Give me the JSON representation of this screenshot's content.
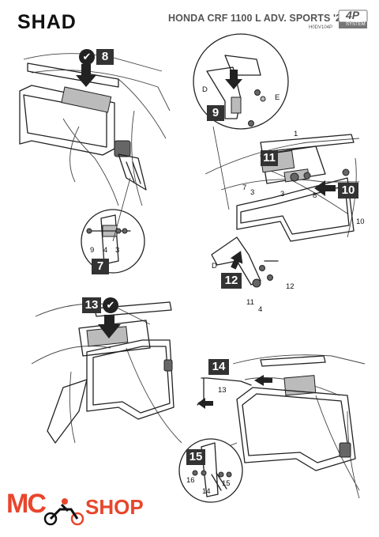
{
  "header": {
    "brand": "SHAD",
    "model_title": "HONDA CRF 1100 L ADV. SPORTS '20",
    "model_code": "H0DV104P",
    "system_badge": "4P",
    "system_badge_sub": "SYSTEM"
  },
  "steps": {
    "s7": "7",
    "s8": "8",
    "s9": "9",
    "s10": "10",
    "s11": "11",
    "s12": "12",
    "s13": "13",
    "s14": "14",
    "s15": "15"
  },
  "callouts": {
    "c7_9": "9",
    "c7_4": "4",
    "c7_3": "3",
    "c9_D": "D",
    "c9_E": "E",
    "c11_1": "1",
    "c11_7": "7",
    "c11_3a": "3",
    "c11_3b": "3",
    "c11_8": "8",
    "c11_10": "10",
    "c12_D": "D",
    "c12_12": "12",
    "c12_11": "11",
    "c12_4": "4",
    "c14_13": "13",
    "c15_16": "16",
    "c15_14": "14",
    "c15_15": "15"
  },
  "footer": {
    "logo_mc": "MC",
    "logo_shop": "SHOP"
  },
  "colors": {
    "step_bg": "#333333",
    "logo_red": "#e8462c",
    "line": "#222222"
  },
  "icons": [
    "check-icon",
    "arrow-down-icon",
    "arrow-left-icon",
    "arrow-up-icon",
    "motorcycle-icon"
  ]
}
